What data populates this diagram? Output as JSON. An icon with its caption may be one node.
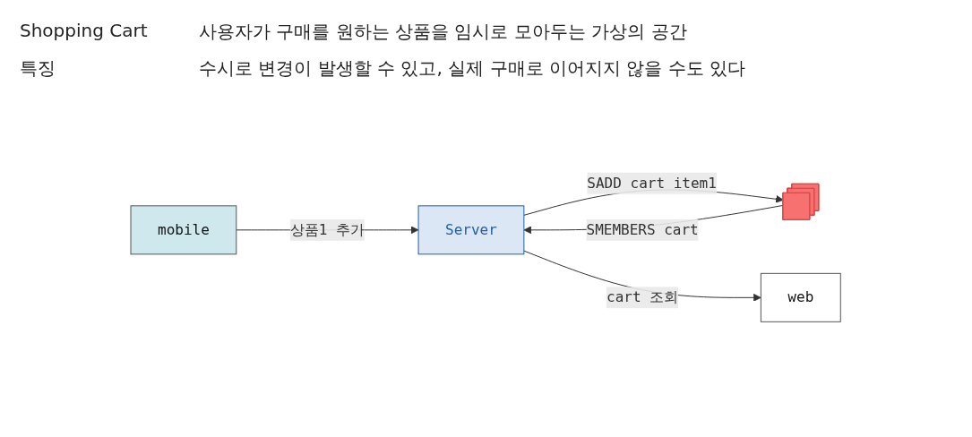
{
  "diagram": {
    "nodes": [
      {
        "text": [
          "mobile"
        ]
      },
      {
        "text": [
          "Server"
        ]
      },
      {
        "text": [],
        "shape": "stack"
      },
      {
        "text": [
          "web"
        ]
      }
    ],
    "edges": [
      {
        "from": 0,
        "to": 1,
        "arrow": "to",
        "label": "상품1 추가"
      },
      {
        "from": 1,
        "to": 2,
        "arrow": "to",
        "label": "SADD cart item1"
      },
      {
        "from": 2,
        "to": 1,
        "arrow": "to",
        "label": "SMEMBERS cart"
      },
      {
        "from": 1,
        "to": 3,
        "arrow": "to",
        "label": "cart 조회"
      }
    ],
    "labels": [
      "Shopping Cart",
      "사용자가 구매를 원하는 상품을 임시로 모아두는 가상의 공간",
      "특징",
      "수시로 변경이 발생할 수 있고, 실제 구매로 이어지지 않을 수도 있다"
    ]
  }
}
